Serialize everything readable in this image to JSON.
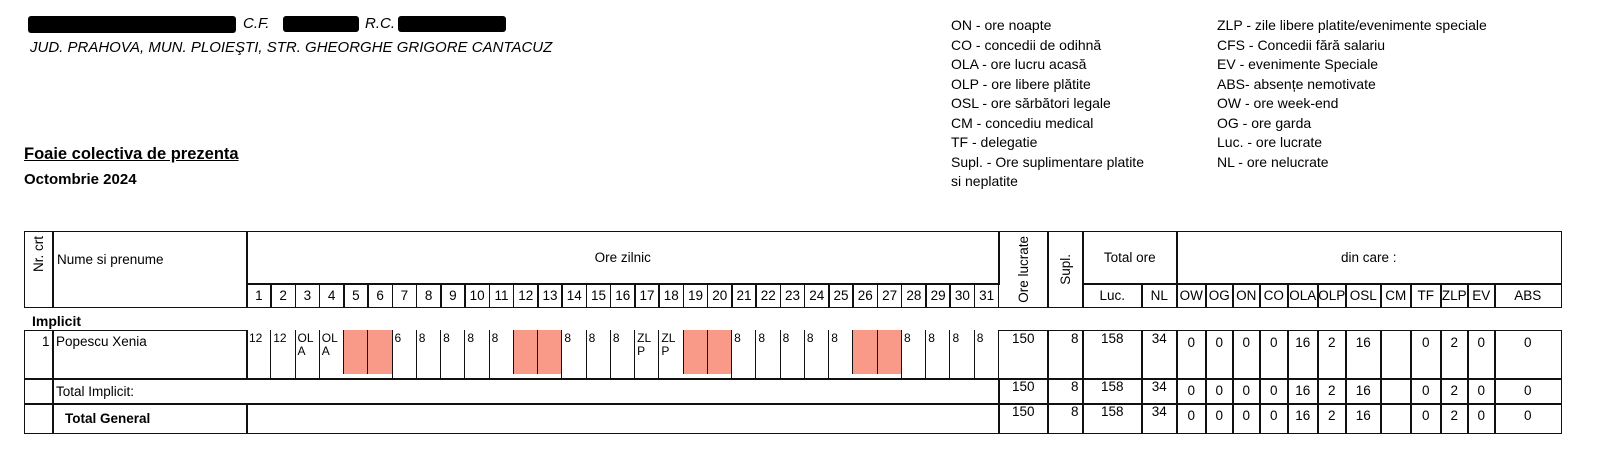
{
  "company": {
    "cf_label": "C.F.",
    "rc_label": "R.C.",
    "address": "JUD. PRAHOVA, MUN. PLOIEŞTI, STR. GHEORGHE GRIGORE CANTACUZ"
  },
  "title": "Foaie colectiva de prezenta",
  "period": "Octombrie 2024",
  "legend_left": [
    "ON - ore noapte",
    "CO - concedii de odihnă",
    "OLA - ore lucru acasă",
    "OLP - ore libere plătite",
    "OSL - ore sărbători legale",
    "CM - concediu medical",
    "TF - delegatie",
    "Supl. - Ore suplimentare platite",
    "si neplatite"
  ],
  "legend_right": [
    "ZLP - zile libere platite/evenimente speciale",
    "CFS - Concedii fără salariu",
    "EV - evenimente Speciale",
    "ABS- absențe nemotivate",
    "OW - ore week-end",
    "OG - ore garda",
    "Luc. - ore lucrate",
    "NL - ore nelucrate"
  ],
  "table": {
    "headers": {
      "nr": "Nr. crt",
      "name": "Nume si prenume",
      "daily": "Ore zilnic",
      "worked": "Ore lucrate",
      "supl": "Supl.",
      "total": "Total ore",
      "luc": "Luc.",
      "nl": "NL",
      "din_care": "din care :"
    },
    "days": [
      "1",
      "2",
      "3",
      "4",
      "5",
      "6",
      "7",
      "8",
      "9",
      "10",
      "11",
      "12",
      "13",
      "14",
      "15",
      "16",
      "17",
      "18",
      "19",
      "20",
      "21",
      "22",
      "23",
      "24",
      "25",
      "26",
      "27",
      "28",
      "29",
      "30",
      "31"
    ],
    "breakdown_headers": [
      "OW",
      "OG",
      "ON",
      "CO",
      "OLA",
      "OLP",
      "OSL",
      "CM",
      "TF",
      "ZLP",
      "EV",
      "ABS"
    ],
    "group": "Implicit",
    "weekend_color": "#f99a88",
    "rows": [
      {
        "nr": "1",
        "name": "Popescu Xenia",
        "daily": [
          "12",
          "12",
          "OL A",
          "OL A",
          "",
          "",
          "6",
          "8",
          "8",
          "8",
          "8",
          "",
          "",
          "8",
          "8",
          "8",
          "ZL P",
          "ZL P",
          "",
          "",
          "8",
          "8",
          "8",
          "8",
          "8",
          "",
          "",
          "8",
          "8",
          "8",
          "8"
        ],
        "weekend": [
          5,
          6,
          12,
          13,
          19,
          20,
          26,
          27
        ],
        "worked": "150",
        "supl": "8",
        "luc": "158",
        "nl": "34",
        "breakdown": [
          "0",
          "0",
          "0",
          "0",
          "16",
          "2",
          "16",
          "",
          "0",
          "2",
          "0",
          "0"
        ]
      }
    ],
    "total_implicit": {
      "label": "Total Implicit:",
      "worked": "150",
      "supl": "8",
      "luc": "158",
      "nl": "34",
      "breakdown": [
        "0",
        "0",
        "0",
        "0",
        "16",
        "2",
        "16",
        "",
        "0",
        "2",
        "0",
        "0"
      ]
    },
    "total_general": {
      "label": "Total General",
      "worked": "150",
      "supl": "8",
      "luc": "158",
      "nl": "34",
      "breakdown": [
        "0",
        "0",
        "0",
        "0",
        "16",
        "2",
        "16",
        "",
        "0",
        "2",
        "0",
        "0"
      ]
    }
  }
}
